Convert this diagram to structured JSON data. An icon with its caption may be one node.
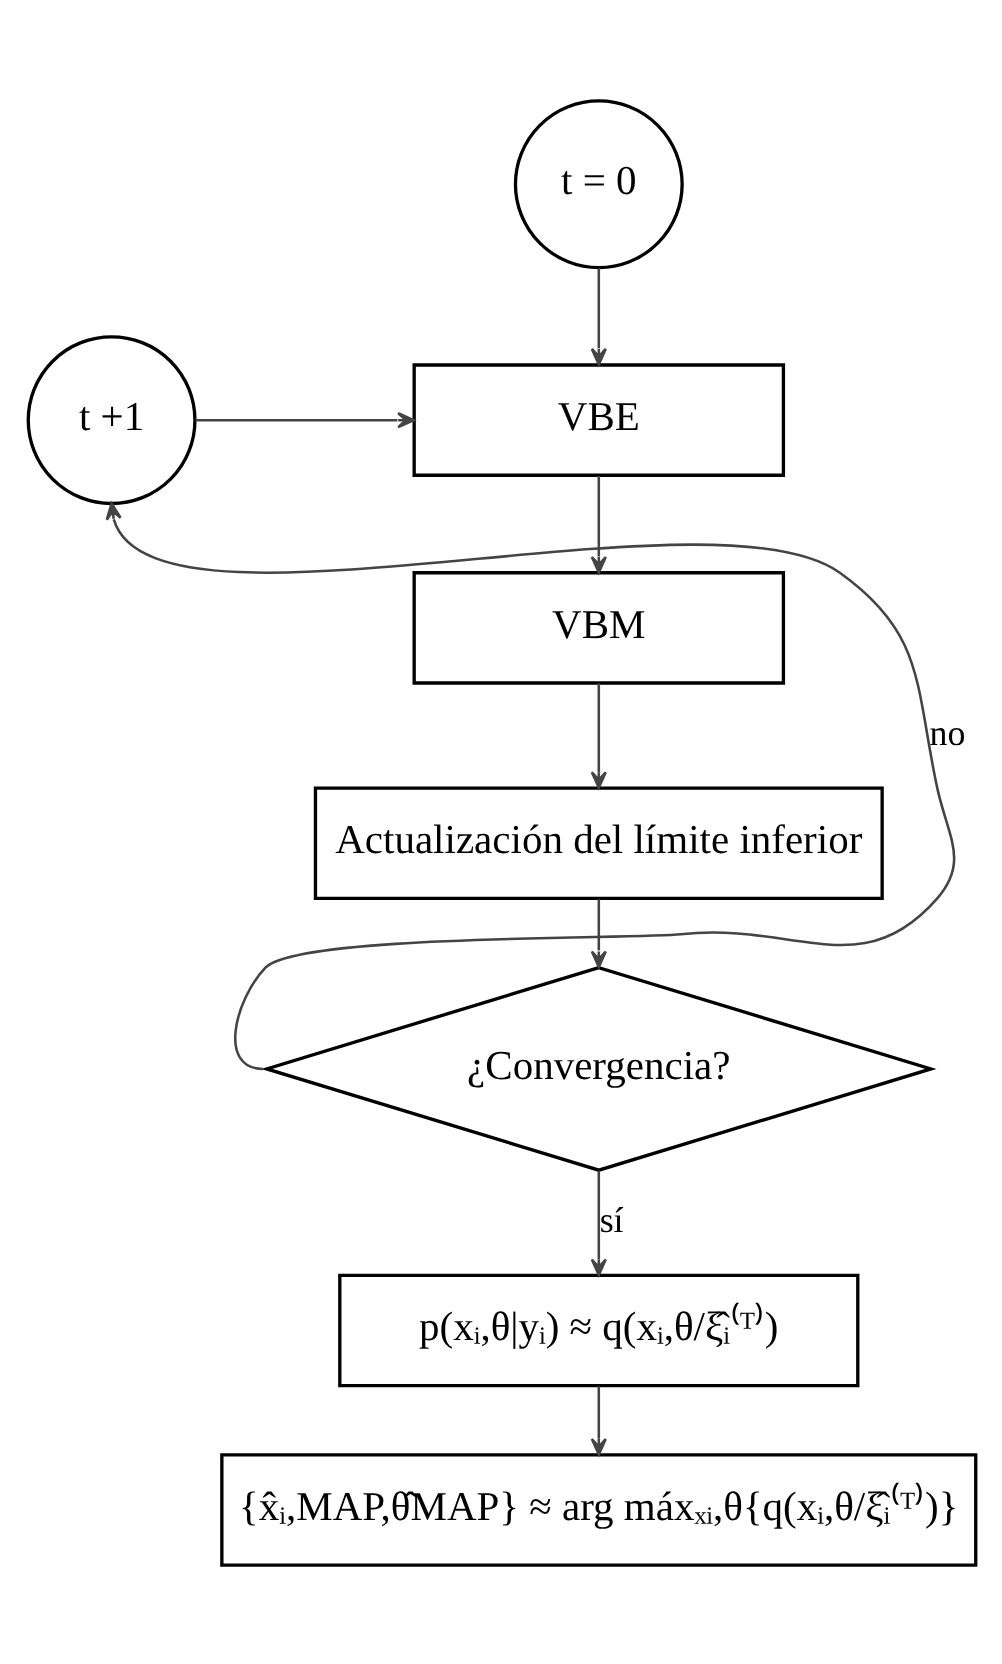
{
  "diagram": {
    "nodes": [
      {
        "text": [
          "t = 0"
        ]
      },
      {
        "text": [
          "t +1"
        ]
      },
      {
        "text": [
          "VBE"
        ]
      },
      {
        "text": [
          "VBM"
        ]
      },
      {
        "text": [
          "Actualización del límite inferior"
        ]
      },
      {
        "text": [
          "¿Convergencia?"
        ]
      },
      {
        "text": [
          "p(xᵢ,θ|yᵢ) ≈ q(xᵢ,θ/ξ̂ᵢ⁽ᵀ⁾)"
        ]
      },
      {
        "text": [
          "{x̂ᵢ,MAP,θ̂MAP} ≈ arg máxₓᵢ,θ{q(xᵢ,θ/ξ̂ᵢ⁽ᵀ⁾)}"
        ]
      }
    ],
    "edges": [
      {
        "from": 0,
        "to": 2,
        "arrow": "to"
      },
      {
        "from": 1,
        "to": 2,
        "arrow": "to"
      },
      {
        "from": 2,
        "to": 3,
        "arrow": "to"
      },
      {
        "from": 3,
        "to": 4,
        "arrow": "to"
      },
      {
        "from": 4,
        "to": 5,
        "arrow": "to"
      },
      {
        "from": 5,
        "to": 1,
        "arrow": "to",
        "label": "no"
      },
      {
        "from": 5,
        "to": 6,
        "arrow": "to",
        "label": "sí"
      },
      {
        "from": 6,
        "to": 7,
        "arrow": "to"
      }
    ]
  }
}
